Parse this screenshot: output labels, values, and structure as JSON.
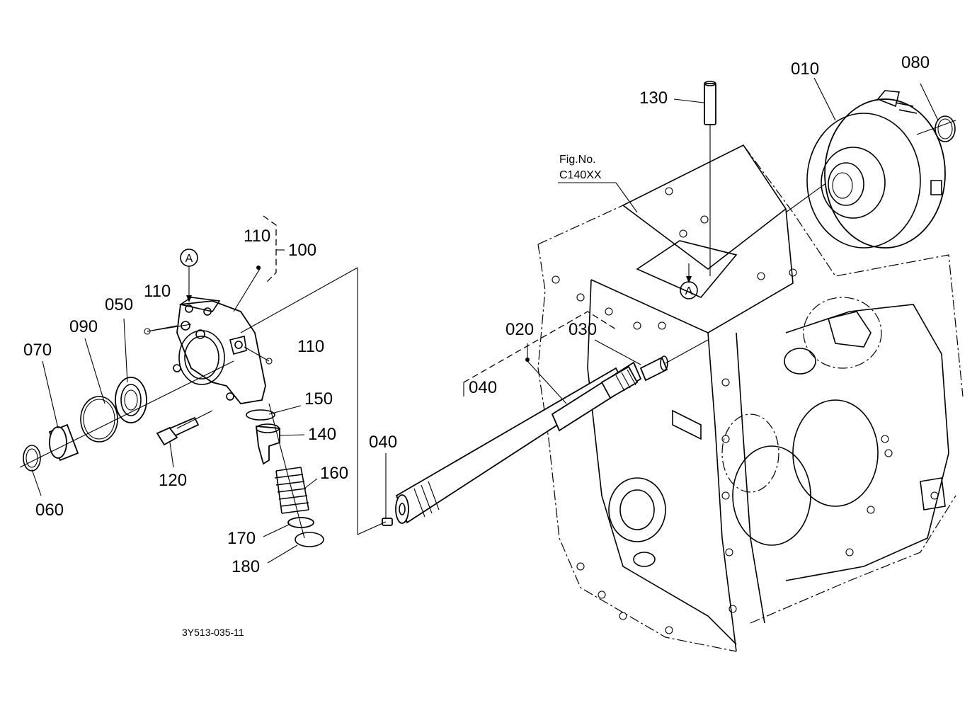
{
  "drawing_id": "3Y513-035-11",
  "fig_ref": {
    "line1": "Fig.No.",
    "line2": "C140XX"
  },
  "callouts": {
    "p010": "010",
    "p020": "020",
    "p030": "030",
    "p040a": "040",
    "p040b": "040",
    "p050": "050",
    "p060": "060",
    "p070": "070",
    "p080": "080",
    "p090": "090",
    "p100": "100",
    "p110a": "110",
    "p110b": "110",
    "p110c": "110",
    "p120": "120",
    "p130": "130",
    "p140": "140",
    "p150": "150",
    "p160": "160",
    "p170": "170",
    "p180": "180"
  },
  "view_markers": {
    "a1": "A",
    "a2": "A"
  }
}
